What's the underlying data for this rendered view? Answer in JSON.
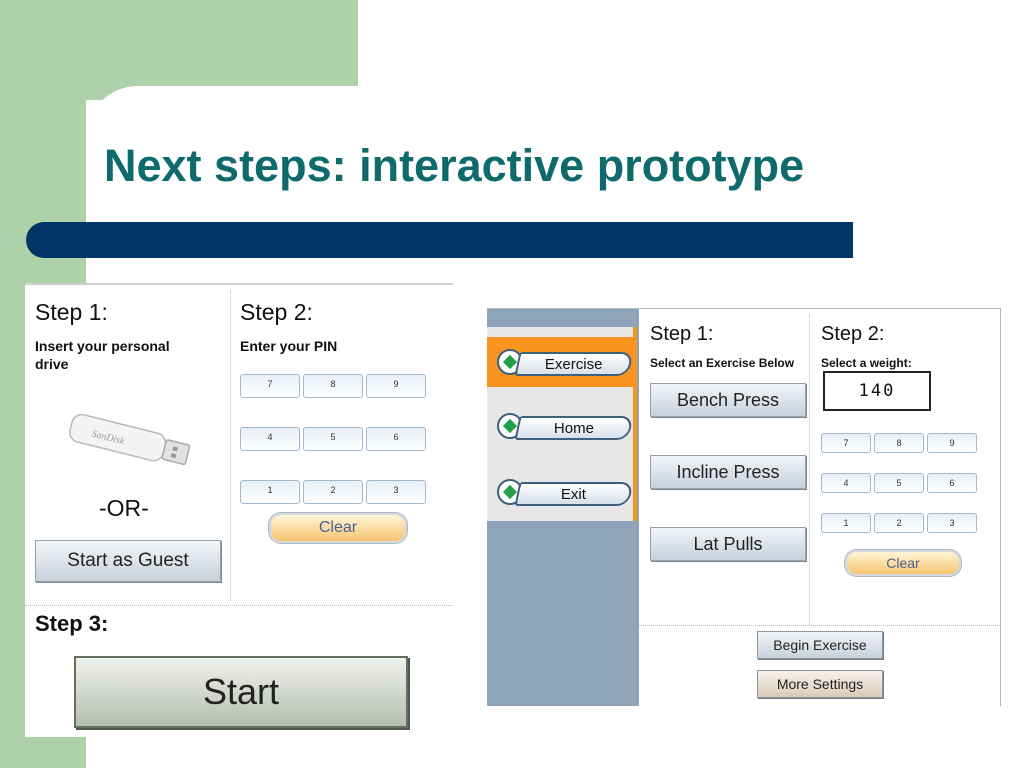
{
  "slide": {
    "title": "Next steps: interactive prototype"
  },
  "left_prototype": {
    "step1": {
      "heading": "Step 1:",
      "instruction": "Insert your personal drive",
      "drive_brand": "SanDisk"
    },
    "or_text": "-OR-",
    "guest_button": "Start as Guest",
    "step2": {
      "heading": "Step 2:",
      "instruction": "Enter your PIN"
    },
    "keypad": [
      "7",
      "8",
      "9",
      "4",
      "5",
      "6",
      "1",
      "2",
      "3"
    ],
    "clear_button": "Clear",
    "step3": {
      "heading": "Step 3:"
    },
    "start_button": "Start"
  },
  "right_prototype": {
    "nav": [
      "Exercise",
      "Home",
      "Exit"
    ],
    "active_nav": "Exercise",
    "step1": {
      "heading": "Step 1:",
      "instruction": "Select an Exercise Below"
    },
    "exercises": [
      "Bench Press",
      "Incline Press",
      "Lat Pulls"
    ],
    "step2": {
      "heading": "Step 2:",
      "instruction": "Select a weight:"
    },
    "weight_value": "140",
    "keypad": [
      "7",
      "8",
      "9",
      "4",
      "5",
      "6",
      "1",
      "2",
      "3"
    ],
    "clear_button": "Clear",
    "begin_button": "Begin Exercise",
    "settings_button": "More Settings"
  },
  "colors": {
    "title": "#0f6b6b",
    "accent_green": "#add2a9",
    "rule_navy": "#003366",
    "nav_orange": "#f7931e"
  }
}
